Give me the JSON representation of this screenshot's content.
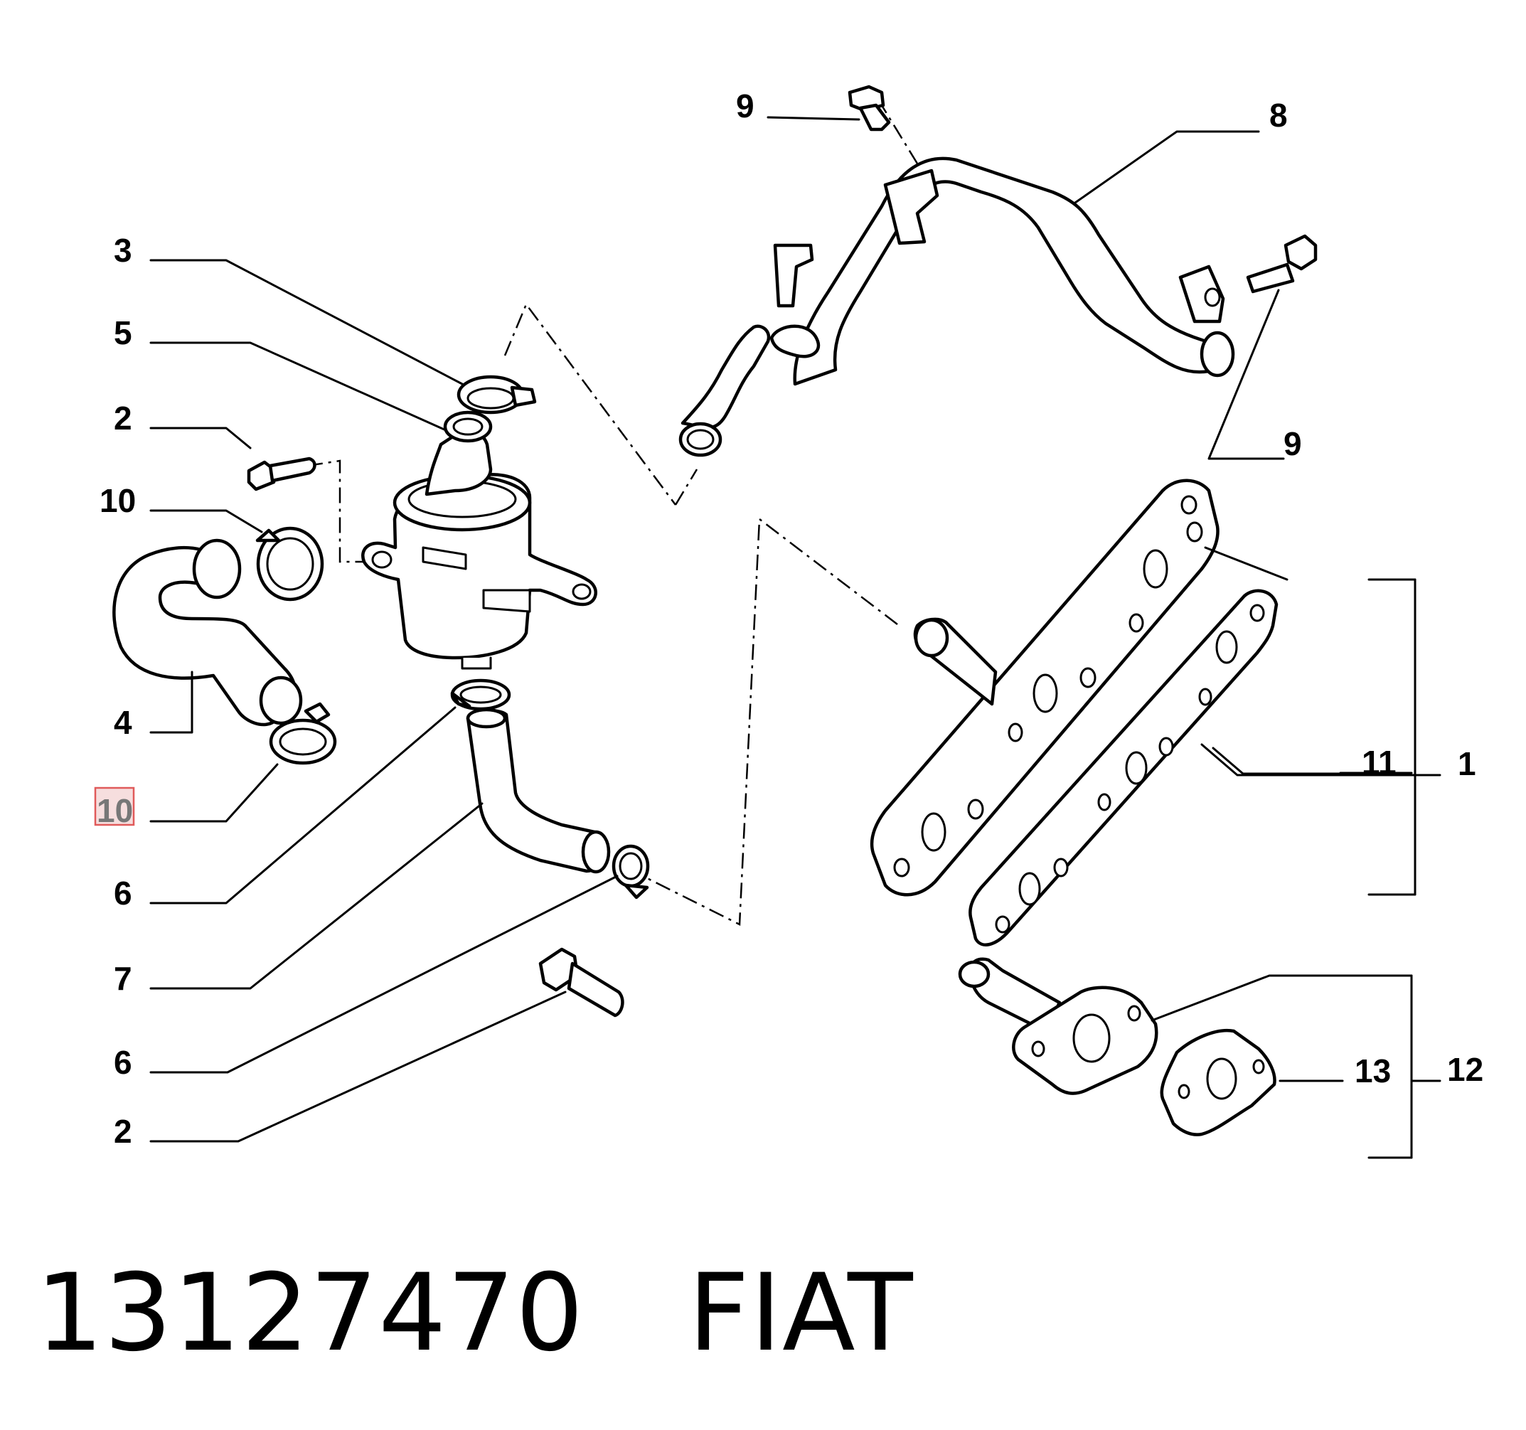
{
  "footer": {
    "part_number": "13127470",
    "brand": "FIAT"
  },
  "callouts": {
    "c9_top": "9",
    "c8": "8",
    "c3": "3",
    "c5": "5",
    "c2_upper": "2",
    "c10_upper": "10",
    "c9_right": "9",
    "c4": "4",
    "c10_lower": "10",
    "c6_upper": "6",
    "c7": "7",
    "c6_lower": "6",
    "c2_lower": "2",
    "c11_upper": "11",
    "c1": "1",
    "c13": "13",
    "c12": "12"
  },
  "highlighted_callout": "c10_lower",
  "colors": {
    "line": "#000000",
    "highlight_fill": "#f6dede",
    "highlight_border": "#e05a5a",
    "highlight_text": "#777777"
  }
}
